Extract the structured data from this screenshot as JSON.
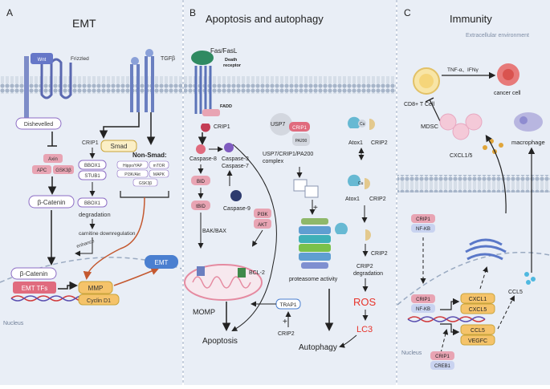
{
  "colors": {
    "panel_bg": "#e9eef6",
    "membrane": "#a9b7cb",
    "pink": "#f2b8c6",
    "pink_dark": "#e58aa0",
    "red_text": "#e8332a",
    "purple": "#5a4fb0",
    "blue_oval": "#4a7fd0"
  },
  "panelA": {
    "letter": "A",
    "title": "EMT",
    "wnt": "Wnt",
    "frizzled": "Frizzled",
    "tgfb": "TGFβ",
    "dishevelled": "Dishevelled",
    "axin": "Axin",
    "apc": "APC",
    "gsk3b": "GSK3β",
    "bcatenin": "β-Catenin",
    "smad": "Smad",
    "nonsmad": "Non-Smad:",
    "ns1": "Hippo/YAP",
    "ns2": "mTOR",
    "ns3": "PI3K/Akt",
    "ns4": "MAPK",
    "ns5": "GSK3β",
    "crip1": "CRIP1",
    "bbox1": "BBOX1",
    "stub1": "STUB1",
    "bbox1b": "BBOX1",
    "degradation": "degradation",
    "carnitine": "carnitine downregulation",
    "enhance": "enhance",
    "bcatenin2": "β-Catenin",
    "emttfs": "EMT TFs",
    "mmp": "MMP",
    "cyclin": "Cyclin D1",
    "emt": "EMT",
    "nucleus": "Nucleus"
  },
  "panelB": {
    "letter": "B",
    "title": "Apoptosis and autophagy",
    "fasl": "Fas/FasL",
    "death": "Death",
    "receptor": "receptor",
    "fadd": "FADD",
    "crip1": "CRIP1",
    "usp7": "USP7",
    "crip1b": "CRIP1",
    "pa200": "PA200",
    "complex1": "USP7/CRIP1/PA200",
    "complex2": "complex",
    "atox1": "Atox1",
    "cu": "Cu",
    "crip2": "CRIP2",
    "casp8": "Caspase-8",
    "casp3": "Caspase-3",
    "casp7": "Caspase-7",
    "casp9": "Caspase-9",
    "bid": "BID",
    "tbid": "tBID",
    "pi3k": "PI3K",
    "akt": "AKT",
    "bakbax": "BAK/BAX",
    "bcl2": "BCL-2",
    "momp": "MOMP",
    "apoptosis": "Apoptosis",
    "proteasome": "proteasome activity",
    "trap1": "TRAP1",
    "crip2b": "CRIP2",
    "atox1b": "Atox1",
    "cu2": "Cu",
    "crip2c": "CRIP2",
    "crip2d": "CRIP2",
    "crip2e": "CRIP2",
    "degradation": "degradation",
    "ros": "ROS",
    "lc3": "LC3",
    "autophagy": "Autophagy"
  },
  "panelC": {
    "letter": "C",
    "title": "Immunity",
    "extra": "Extracellular environment",
    "tnf": "TNF-α、IFNγ",
    "cancer": "cancer cell",
    "cd8": "CD8+ T Cell",
    "mdsc": "MDSC",
    "cxcl15": "CXCL1/5",
    "macrophage": "macrophage",
    "crip1": "CRIP1",
    "nfkb": "NF-KB",
    "crip1b": "CRIP1",
    "nfkbb": "NF-KB",
    "cxcl1": "CXCL1",
    "cxcl5": "CXCL5",
    "ccl5": "CCL5",
    "vegfc": "VEGFC",
    "ccl5b": "CCL5",
    "crip1c": "CRIP1",
    "creb1": "CREB1",
    "nucleus": "Nucleus"
  }
}
